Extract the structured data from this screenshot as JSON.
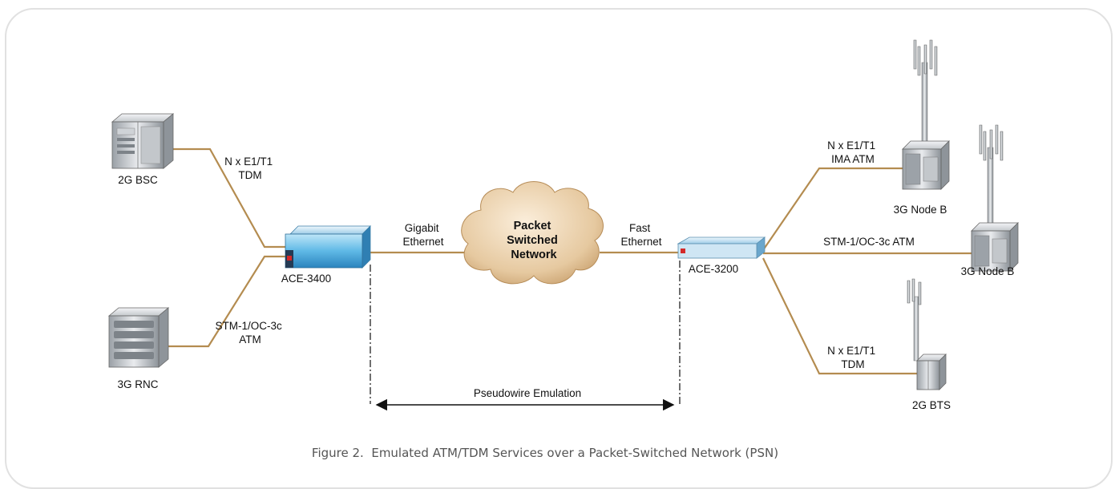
{
  "nodes": {
    "bsc": "2G BSC",
    "rnc": "3G RNC",
    "ace3400": "ACE-3400",
    "ace3200": "ACE-3200",
    "nodeb1": "3G Node B",
    "nodeb2": "3G Node B",
    "bts": "2G BTS"
  },
  "cloud": [
    "Packet",
    "Switched",
    "Network"
  ],
  "links": {
    "bsc_tdm": [
      "N x E1/T1",
      "TDM"
    ],
    "rnc_atm": [
      "STM-1/OC-3c",
      "ATM"
    ],
    "gigabit": [
      "Gigabit",
      "Ethernet"
    ],
    "fast": [
      "Fast",
      "Ethernet"
    ],
    "ima": [
      "N x E1/T1",
      "IMA ATM"
    ],
    "stm": "STM-1/OC-3c ATM",
    "bts_tdm": [
      "N x E1/T1",
      "TDM"
    ]
  },
  "pseudowire": "Pseudowire Emulation",
  "caption": "Figure 2.  Emulated ATM/TDM Services over a Packet-Switched Network (PSN)"
}
